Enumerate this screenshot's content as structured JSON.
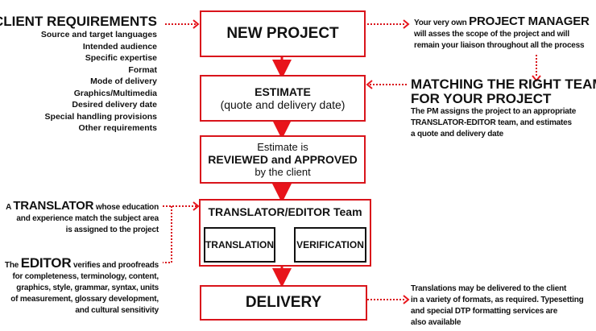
{
  "client_requirements": {
    "title": "CLIENT REQUIREMENTS",
    "items": [
      "Source and target languages",
      "Intended audience",
      "Specific expertise",
      "Format",
      "Mode of delivery",
      "Graphics/Multimedia",
      "Desired delivery date",
      "Special handling provisions",
      "Other requirements"
    ]
  },
  "flow": {
    "new_project": "NEW PROJECT",
    "estimate_title": "ESTIMATE",
    "estimate_sub": "(quote and delivery date)",
    "reviewed_line1": "Estimate is",
    "reviewed_line2": "REVIEWED and APPROVED",
    "reviewed_line3": "by the client",
    "team_title": "TRANSLATOR/EDITOR Team",
    "translation": "TRANSLATION",
    "verification": "VERIFICATION",
    "delivery": "DELIVERY"
  },
  "project_manager": {
    "prefix": "Your very own",
    "title": "PROJECT MANAGER",
    "line2": "will asses the scope of the project and will",
    "line3": "remain your liaison throughout all the process"
  },
  "matching": {
    "title1": "MATCHING THE RIGHT TEAM",
    "title2": "FOR YOUR PROJECT",
    "line1": "The PM assigns the project to an appropriate",
    "line2": "TRANSLATOR-EDITOR team, and estimates",
    "line3": "a quote and delivery date"
  },
  "translator": {
    "prefix": "A",
    "title": "TRANSLATOR",
    "line1_rest": "whose education",
    "line2": "and experience match the subject area",
    "line3": "is assigned to the project"
  },
  "editor": {
    "prefix": "The",
    "title": "EDITOR",
    "line1_rest": "verifies and proofreads",
    "line2": "for completeness, terminology, content,",
    "line3": "graphics, style, grammar, syntax, units",
    "line4": "of measurement, glossary development,",
    "line5": "and cultural sensitivity"
  },
  "delivery_note": {
    "line1": "Translations may be delivered to the client",
    "line2": "in a variety of formats, as required. Typesetting",
    "line3": "and special DTP formatting services are",
    "line4": "also available"
  },
  "colors": {
    "accent": "#d9141b",
    "text": "#111111"
  }
}
